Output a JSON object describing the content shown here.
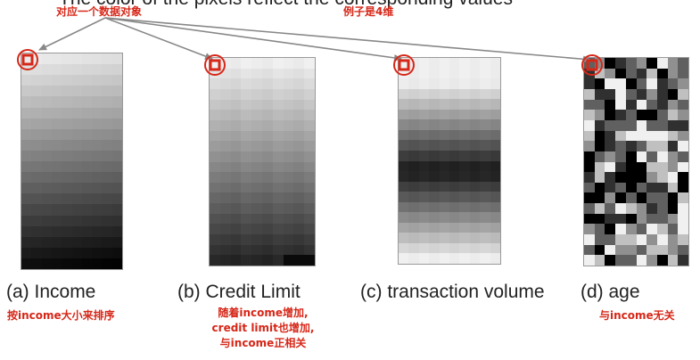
{
  "top_text": "The color of the pixels reflect the corresponding values",
  "notes": {
    "one_object": "对应一个数据对象",
    "four_dims": "例子是4维",
    "income_sort": "按income大小来排序",
    "credit_lines": [
      "随着income增加,",
      "credit limit也增加,",
      "与income正相关"
    ],
    "age_note": "与income无关"
  },
  "panels": [
    {
      "id": "income",
      "caption": "(a)  Income",
      "pattern": "income"
    },
    {
      "id": "credit",
      "caption": "(b) Credit Limit",
      "pattern": "credit"
    },
    {
      "id": "transaction",
      "caption": "(c) transaction volume",
      "pattern": "transaction"
    },
    {
      "id": "age",
      "caption": "(d) age",
      "pattern": "age"
    }
  ],
  "colors": {
    "annotation_red": "#d62718",
    "arrow_gray": "#888888"
  }
}
